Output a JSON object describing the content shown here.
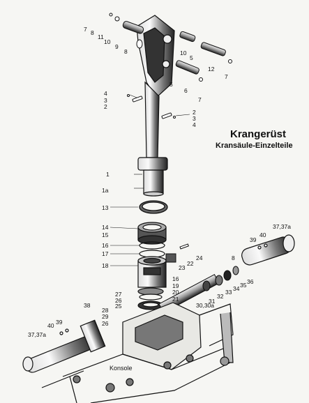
{
  "title": "Krangerüst",
  "subtitle": "Kransäule-Einzelteile",
  "labels": [
    {
      "id": "l7a",
      "text": "7"
    },
    {
      "id": "l8a",
      "text": "8"
    },
    {
      "id": "l11",
      "text": "11"
    },
    {
      "id": "l10a",
      "text": "10"
    },
    {
      "id": "l9",
      "text": "9"
    },
    {
      "id": "l8b",
      "text": "8"
    },
    {
      "id": "l10b",
      "text": "10"
    },
    {
      "id": "l5a",
      "text": "5"
    },
    {
      "id": "l12",
      "text": "12"
    },
    {
      "id": "l7b",
      "text": "7"
    },
    {
      "id": "l5b",
      "text": "5"
    },
    {
      "id": "l6",
      "text": "6"
    },
    {
      "id": "l7c",
      "text": "7"
    },
    {
      "id": "l4a",
      "text": "4"
    },
    {
      "id": "l3a",
      "text": "3"
    },
    {
      "id": "l2a",
      "text": "2"
    },
    {
      "id": "l2b",
      "text": "2"
    },
    {
      "id": "l3b",
      "text": "3"
    },
    {
      "id": "l4b",
      "text": "4"
    },
    {
      "id": "l1",
      "text": "1"
    },
    {
      "id": "l1a",
      "text": "1a"
    },
    {
      "id": "l13",
      "text": "13"
    },
    {
      "id": "l14",
      "text": "14"
    },
    {
      "id": "l15",
      "text": "15"
    },
    {
      "id": "l16a",
      "text": "16"
    },
    {
      "id": "l17",
      "text": "17"
    },
    {
      "id": "l18",
      "text": "18"
    },
    {
      "id": "l24",
      "text": "24"
    },
    {
      "id": "l22",
      "text": "22"
    },
    {
      "id": "l23",
      "text": "23"
    },
    {
      "id": "l16b",
      "text": "16"
    },
    {
      "id": "l19",
      "text": "19"
    },
    {
      "id": "l20",
      "text": "20"
    },
    {
      "id": "l21",
      "text": "21"
    },
    {
      "id": "l27",
      "text": "27"
    },
    {
      "id": "l26a",
      "text": "26"
    },
    {
      "id": "l25",
      "text": "25"
    },
    {
      "id": "l28",
      "text": "28"
    },
    {
      "id": "l29",
      "text": "29"
    },
    {
      "id": "l26b",
      "text": "26"
    },
    {
      "id": "l38",
      "text": "38"
    },
    {
      "id": "l40a",
      "text": "40"
    },
    {
      "id": "l39a",
      "text": "39"
    },
    {
      "id": "l37a",
      "text": "37,37a"
    },
    {
      "id": "l37b",
      "text": "37,37a"
    },
    {
      "id": "l40b",
      "text": "40"
    },
    {
      "id": "l39b",
      "text": "39"
    },
    {
      "id": "l8c",
      "text": "8"
    },
    {
      "id": "l36",
      "text": "36"
    },
    {
      "id": "l35",
      "text": "35"
    },
    {
      "id": "l34",
      "text": "34"
    },
    {
      "id": "l33",
      "text": "33"
    },
    {
      "id": "l32",
      "text": "32"
    },
    {
      "id": "l31",
      "text": "31"
    },
    {
      "id": "l30",
      "text": "30,30a"
    },
    {
      "id": "lkonsole",
      "text": "Konsole"
    }
  ]
}
